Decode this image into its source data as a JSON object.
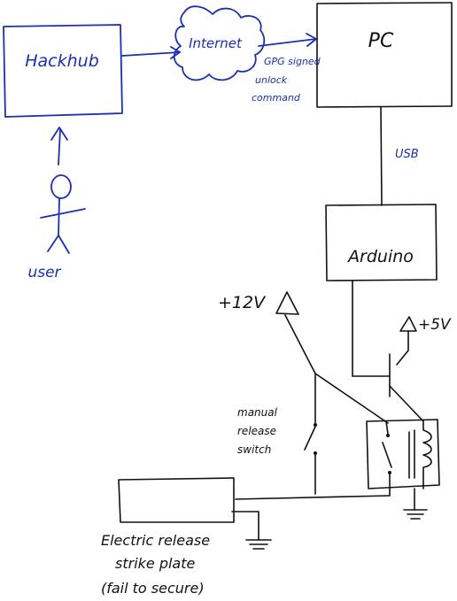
{
  "nodes": {
    "hackhub": "Hackhub",
    "internet": "Internet",
    "pc": "PC",
    "arduino": "Arduino",
    "user": "user",
    "plus12v": "+12V",
    "plus5v": "+5V"
  },
  "edges": {
    "internet_to_pc_line1": "GPG signed",
    "internet_to_pc_line2": "unlock",
    "internet_to_pc_line3": "command",
    "pc_to_arduino": "USB"
  },
  "labels": {
    "switch_line1": "manual",
    "switch_line2": "release",
    "switch_line3": "switch",
    "strike_line1": "Electric release",
    "strike_line2": "strike plate",
    "strike_line3": "(fail to secure)"
  },
  "colors": {
    "ink_blue": "#1a2fb3",
    "ink_black": "#111111"
  }
}
